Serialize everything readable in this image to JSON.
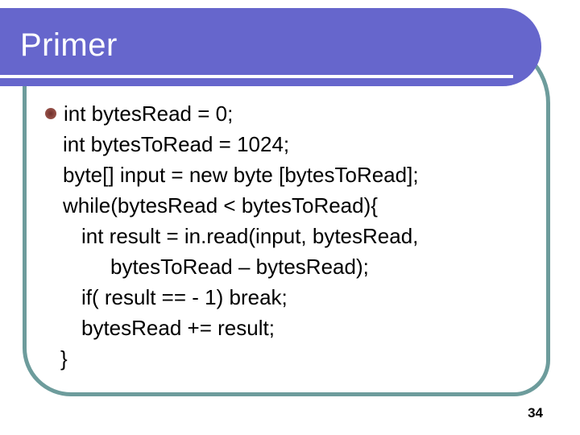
{
  "slide": {
    "title": "Primer",
    "page_number": "34"
  },
  "code": {
    "lines": [
      "int bytesRead = 0;",
      "int bytesToRead = 1024;",
      "byte[] input = new byte [bytesToRead];",
      "while(bytesRead < bytesToRead){",
      "int result = in.read(input, bytesRead,",
      "bytesToRead – bytesRead);",
      "if( result == - 1) break;",
      "bytesRead += result;",
      "}"
    ]
  },
  "icons": {
    "bullet": "filled-circle"
  },
  "colors": {
    "header_purple": "#6666cc",
    "frame_teal": "#6d9c9c",
    "bullet_maroon": "#8f4a42",
    "title_text": "#ffffff",
    "body_text": "#000000",
    "background": "#ffffff"
  }
}
